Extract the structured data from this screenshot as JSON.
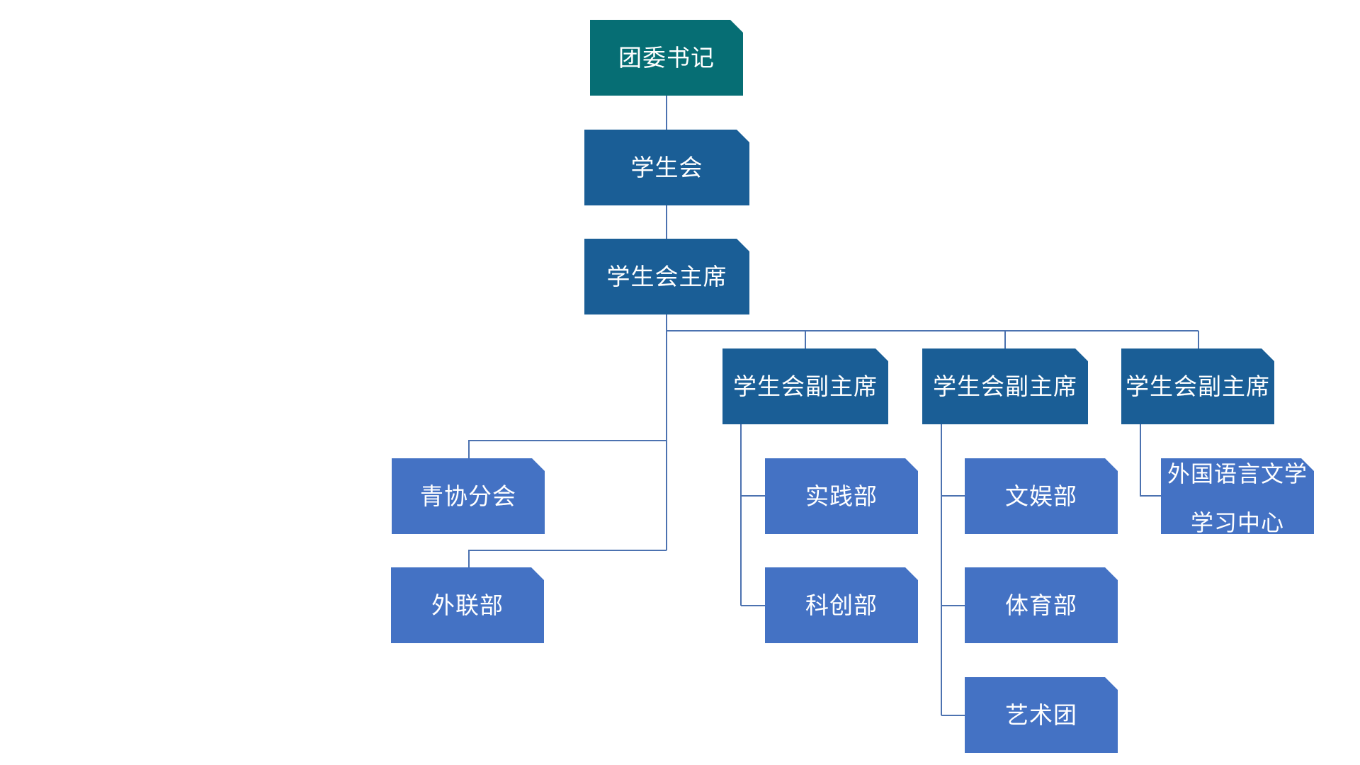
{
  "org_chart": {
    "secretary": "团委书记",
    "student_union": "学生会",
    "chairman": "学生会主席",
    "vice_chairs": [
      "学生会副主席",
      "学生会副主席",
      "学生会副主席"
    ],
    "departments": {
      "qingxie": "青协分会",
      "wailian": "外联部",
      "shijian": "实践部",
      "kechuang": "科创部",
      "wenyu": "文娱部",
      "tiyu": "体育部",
      "yishu": "艺术团",
      "foreign_line1": "外国语言文学",
      "foreign_line2": "学习中心"
    }
  },
  "colors": {
    "top_box": "#066e74",
    "mid_box": "#1a5e96",
    "leaf_box": "#4472c4",
    "connector": "#4c72b0"
  }
}
